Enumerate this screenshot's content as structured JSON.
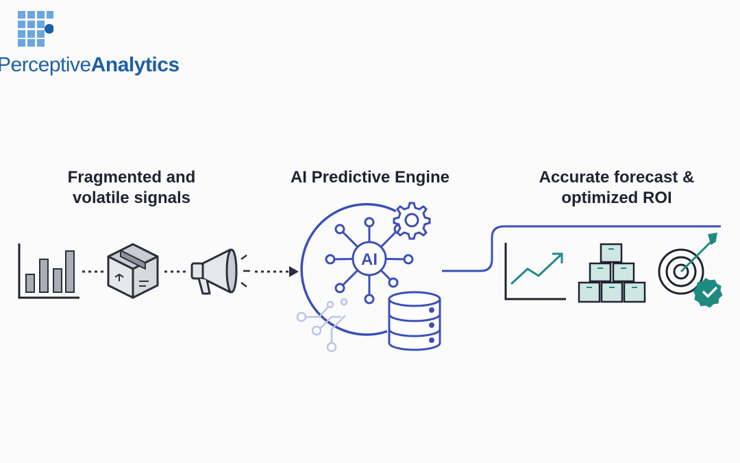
{
  "brand": {
    "name_light": "Perceptive",
    "name_bold": "Analytics",
    "color": "#1e5fa5",
    "grid_color": "#6aa6e0"
  },
  "stages": [
    {
      "title_line1": "Fragmented and",
      "title_line2": "volatile signals"
    },
    {
      "title_line1": "AI Predictive Engine",
      "title_line2": ""
    },
    {
      "title_line1": "Accurate forecast &",
      "title_line2": "optimized ROI"
    }
  ],
  "engine": {
    "core_label": "AI"
  },
  "icons": {
    "left": [
      "bar-chart-icon",
      "package-box-icon",
      "megaphone-icon"
    ],
    "middle": [
      "ai-network-icon",
      "gear-icon",
      "database-icon",
      "circuit-icon"
    ],
    "right": [
      "trend-up-chart-icon",
      "stacked-boxes-icon",
      "target-check-icon"
    ]
  },
  "colors": {
    "ink": "#1f2230",
    "engine_blue": "#3a4fb8",
    "teal": "#1f8a80",
    "light_blue": "#b9c3ea"
  }
}
